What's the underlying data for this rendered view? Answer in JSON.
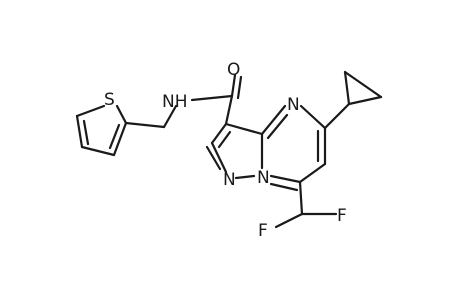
{
  "structure": {
    "atoms": {
      "o": "O",
      "nh": "NH",
      "s": "S",
      "n_ring": "N",
      "n_pyrazole_1": "N",
      "n_pyrazole_2": "N",
      "f1": "F",
      "f2": "F"
    }
  }
}
